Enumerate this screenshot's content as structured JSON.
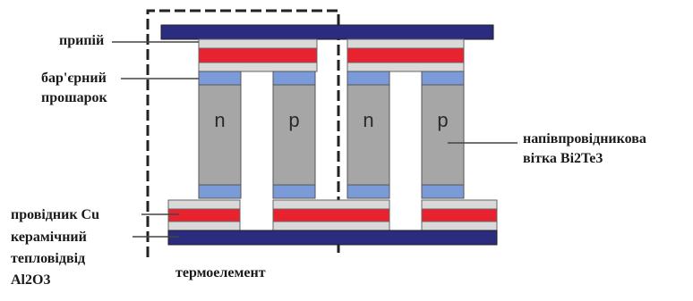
{
  "labels": {
    "solder": "припій",
    "barrier_line1": "бар'єрний",
    "barrier_line2": "прошарок",
    "conductor": "провідник Cu",
    "ceramic_line1": "керамічний",
    "ceramic_line2": "тепловідвід",
    "ceramic_line3": "Al2O3",
    "leg_line1": "напівпровідникова",
    "leg_line2": "вітка Bi2Te3",
    "element": "термоелемент"
  },
  "legs": [
    "n",
    "p",
    "n",
    "p"
  ],
  "colors": {
    "ceramic": "#2b2b80",
    "copper": "#e8232f",
    "solder": "#d9d9d9",
    "barrier": "#7b9bd8",
    "semiconductor": "#a6a6a6",
    "outline": "#555555"
  }
}
